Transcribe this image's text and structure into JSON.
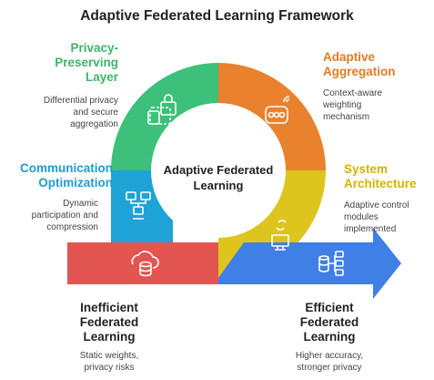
{
  "title": "Adaptive Federated Learning Framework",
  "center_label": [
    "Adaptive Federated",
    "Learning"
  ],
  "segments": [
    {
      "id": "privacy",
      "heading": [
        "Privacy-",
        "Preserving",
        "Layer"
      ],
      "description": [
        "Differential privacy",
        "and secure",
        "aggregation"
      ],
      "color": "#3cc07a",
      "icon": "padlock-icon"
    },
    {
      "id": "aggregation",
      "heading": [
        "Adaptive",
        "Aggregation"
      ],
      "description": [
        "Context-aware",
        "weighting",
        "mechanism"
      ],
      "color": "#e8822d",
      "icon": "scale-icon"
    },
    {
      "id": "architecture",
      "heading": [
        "System",
        "Architecture"
      ],
      "description": [
        "Adaptive control",
        "modules",
        "implemented"
      ],
      "color": "#ddc51e",
      "icon": "monitor-icon"
    },
    {
      "id": "communication",
      "heading": [
        "Communication",
        "Optimization"
      ],
      "description": [
        "Dynamic",
        "participation and",
        "compression"
      ],
      "color": "#1fa3d6",
      "icon": "network-icon"
    }
  ],
  "start": {
    "heading": [
      "Inefficient",
      "Federated",
      "Learning"
    ],
    "description": [
      "Static weights,",
      "privacy risks"
    ],
    "color": "#e35550",
    "icon": "database-cloud-icon"
  },
  "end": {
    "heading": [
      "Efficient",
      "Federated",
      "Learning"
    ],
    "description": [
      "Higher accuracy,",
      "stronger privacy"
    ],
    "color": "#3f7fe6",
    "icon": "database-network-icon"
  },
  "colors": {
    "privacy_heading": "#3cb56a",
    "aggregation_heading": "#e07b22",
    "architecture_heading": "#d2b300",
    "communication_heading": "#1c9cd2",
    "dark_text": "#222222"
  }
}
